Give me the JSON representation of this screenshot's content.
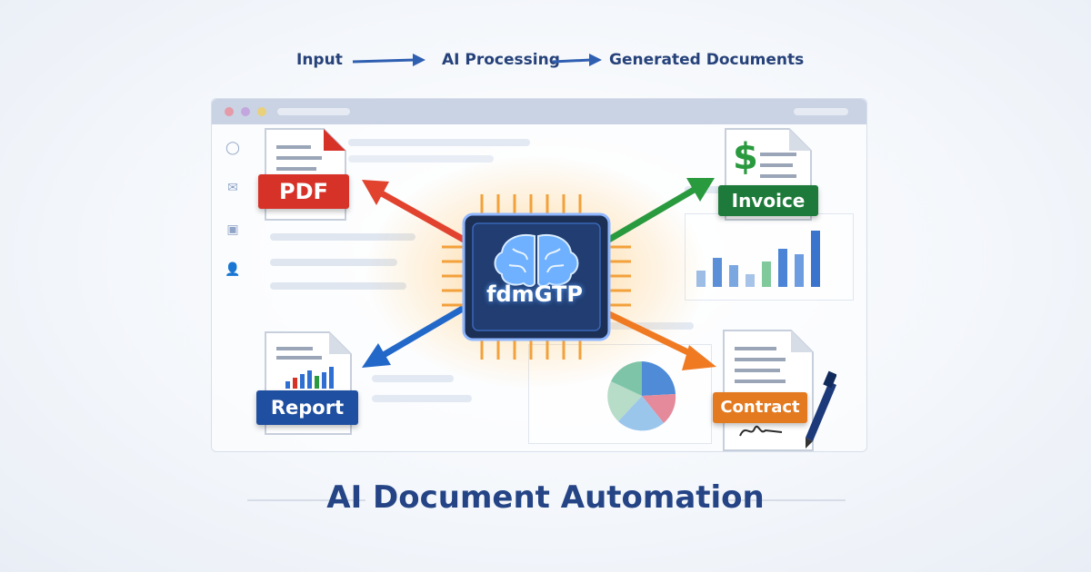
{
  "flow": {
    "step1": "Input",
    "step2": "AI Processing",
    "step3": "Generated Documents"
  },
  "chip": {
    "label": "fdmGTP",
    "icon": "brain-icon"
  },
  "documents": {
    "pdf": {
      "label": "PDF",
      "color": "#d63228"
    },
    "report": {
      "label": "Report",
      "color": "#1f4fa0"
    },
    "invoice": {
      "label": "Invoice",
      "color": "#1e7a3a",
      "symbol": "$"
    },
    "contract": {
      "label": "Contract",
      "color": "#e47a1f"
    }
  },
  "arrows": {
    "red": "#e1432f",
    "blue": "#2168c9",
    "green": "#2a9a3f",
    "orange": "#f07a22"
  },
  "headline": "AI Document Automation"
}
